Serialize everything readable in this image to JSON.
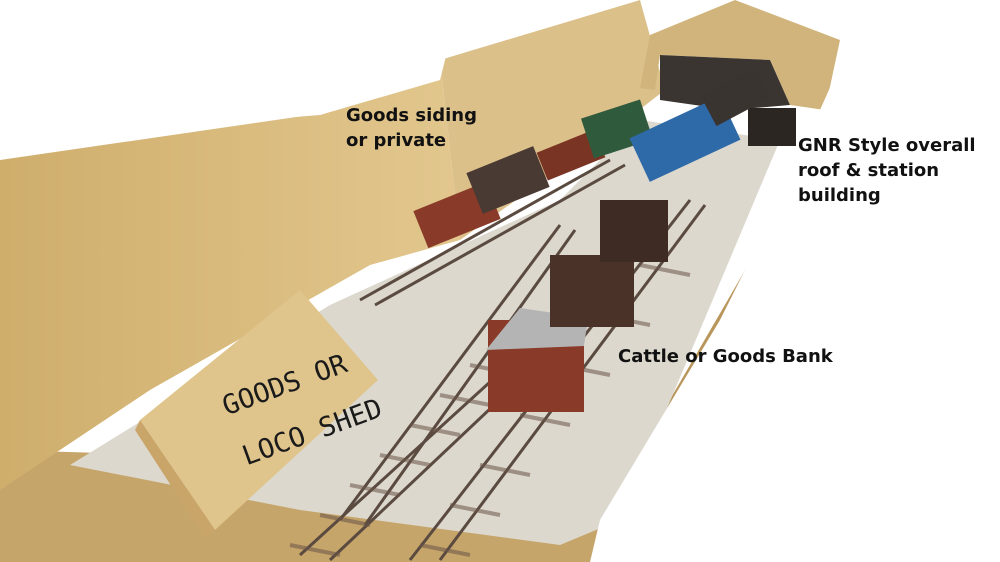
{
  "annotations": {
    "goods_siding": [
      "Goods siding",
      "or private"
    ],
    "gnr_roof": [
      "GNR Style overall",
      "roof & station",
      "building"
    ],
    "cattle_bank": "Cattle or Goods Bank"
  },
  "block_marking": [
    "GOODS OR",
    "LOCO SHED"
  ],
  "colors": {
    "baseboard": "#d9d4c8",
    "timber": "#d8bb7a",
    "rail": "#5a4a40",
    "loco_blue": "#2f6aa8",
    "loco_green": "#2f5a3c",
    "wagon_red": "#8a3a28",
    "van_brown": "#4a3228",
    "van_roof_grey": "#b4b4b4"
  }
}
